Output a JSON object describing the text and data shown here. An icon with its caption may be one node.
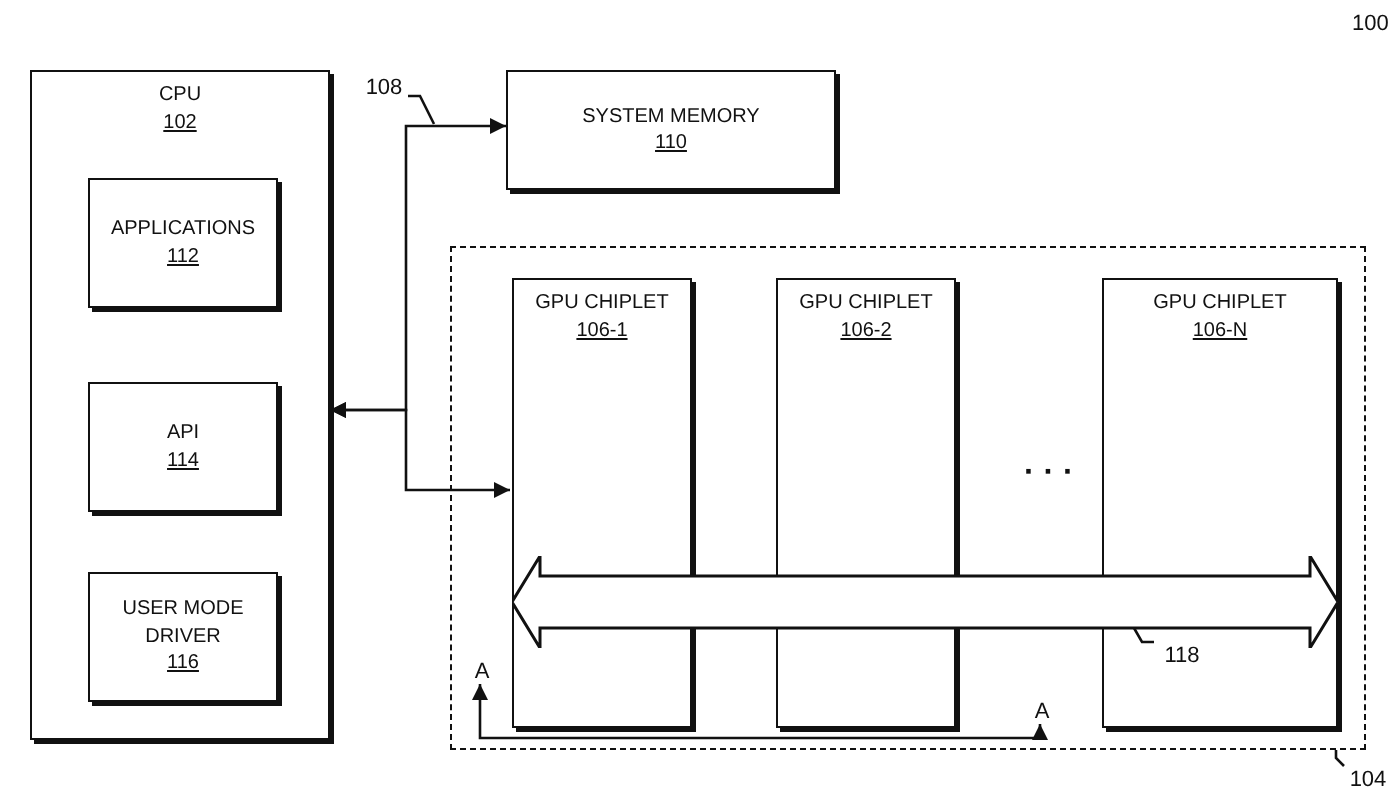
{
  "diagram": {
    "nodes": [
      {
        "text": [
          "CPU",
          "102"
        ]
      },
      {
        "text": [
          "APPLICATIONS",
          "112"
        ],
        "in": 0
      },
      {
        "text": [
          "API",
          "114"
        ],
        "in": 0
      },
      {
        "text": [
          "USER MODE DRIVER",
          "116"
        ],
        "in": 0
      },
      {
        "text": [
          "SYSTEM MEMORY",
          "110"
        ]
      },
      {
        "text": [],
        "shape": "box"
      },
      {
        "text": [
          "GPU CHIPLET",
          "106-1"
        ],
        "in": 5
      },
      {
        "text": [
          "GPU CHIPLET",
          "106-2"
        ],
        "in": 5
      },
      {
        "text": [
          "GPU CHIPLET",
          "106-N"
        ],
        "in": 5
      },
      {
        "text": [],
        "shape": "bar",
        "in": 5
      },
      {
        "text": [
          "A"
        ],
        "in": 5
      },
      {
        "text": [
          "A"
        ],
        "in": 5
      },
      {
        "text": [
          "118"
        ],
        "in": 8
      },
      {
        "text": [
          "108"
        ]
      },
      {
        "text": [
          "104"
        ]
      }
    ],
    "edges": [
      {
        "from": 0,
        "to": 4,
        "arrow": "both"
      },
      {
        "from": 0,
        "to": 6,
        "arrow": "both"
      },
      {
        "from": 10,
        "to": 11,
        "arrow": "both"
      },
      {
        "from": 12,
        "to": 9,
        "arrow": "none"
      },
      {
        "from": 14,
        "to": 5,
        "arrow": "none"
      },
      {
        "from": 13,
        "to": null,
        "arrow": "none"
      }
    ],
    "labels": [
      "100",
      "· · ·"
    ]
  }
}
